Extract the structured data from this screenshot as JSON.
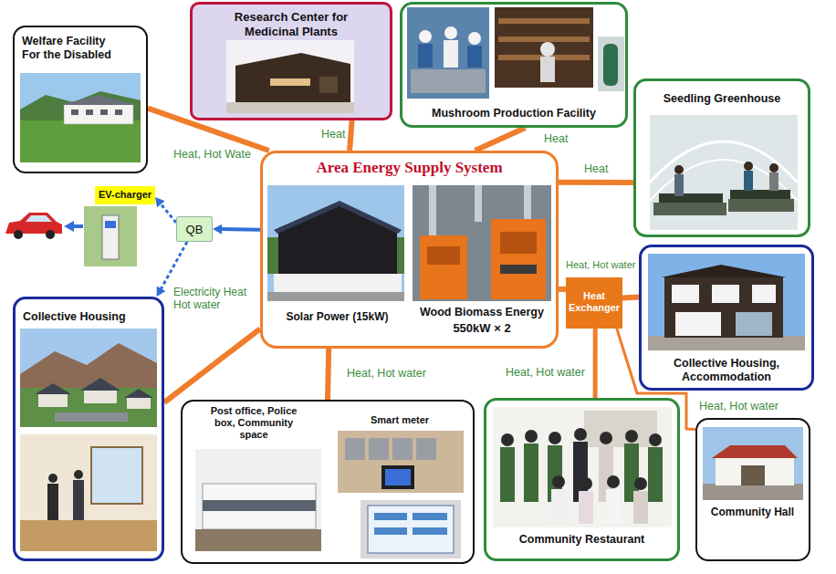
{
  "diagram": {
    "nodes": [
      {
        "text": [
          "Welfare Facility For the Disabled"
        ]
      },
      {
        "text": [
          "Research Center for Medicinal Plants"
        ]
      },
      {
        "text": [
          "Mushroom Production Facility"
        ]
      },
      {
        "text": [
          "Seedling Greenhouse"
        ]
      },
      {
        "text": [
          "Area Energy Supply System",
          "Solar Power (15kW)",
          "Wood Biomass Energy",
          "550kW × 2"
        ]
      },
      {
        "text": [
          "EV-charger"
        ]
      },
      {
        "text": [
          "QB"
        ]
      },
      {
        "text": [
          "Collective Housing"
        ]
      },
      {
        "text": [
          "Heat Exchanger"
        ]
      },
      {
        "text": [
          "Collective Housing, Accommodation"
        ]
      },
      {
        "text": [
          "Post office, Police box, Community space",
          "Smart meter"
        ]
      },
      {
        "text": [
          "Community Restaurant"
        ]
      },
      {
        "text": [
          "Community Hall"
        ]
      }
    ],
    "edges": [
      {
        "from": 4,
        "to": 0,
        "arrow": "none",
        "label": "Heat, Hot Wate"
      },
      {
        "from": 4,
        "to": 1,
        "arrow": "none",
        "label": "Heat"
      },
      {
        "from": 4,
        "to": 2,
        "arrow": "none",
        "label": "Heat"
      },
      {
        "from": 4,
        "to": 3,
        "arrow": "none",
        "label": "Heat"
      },
      {
        "from": 4,
        "to": 6,
        "arrow": "to"
      },
      {
        "from": 6,
        "to": 5,
        "arrow": "to"
      },
      {
        "from": 6,
        "to": 7,
        "arrow": "to",
        "label": "Electricity Heat Hot water"
      },
      {
        "from": 4,
        "to": 7,
        "arrow": "none"
      },
      {
        "from": 4,
        "to": 8,
        "arrow": "none",
        "label": "Heat, Hot water"
      },
      {
        "from": 8,
        "to": 9,
        "arrow": "none"
      },
      {
        "from": 4,
        "to": 10,
        "arrow": "none",
        "label": "Heat, Hot water"
      },
      {
        "from": 8,
        "to": 11,
        "arrow": "none",
        "label": "Heat, Hot water"
      },
      {
        "from": 8,
        "to": 12,
        "arrow": "none",
        "label": "Heat, Hot water"
      }
    ]
  }
}
